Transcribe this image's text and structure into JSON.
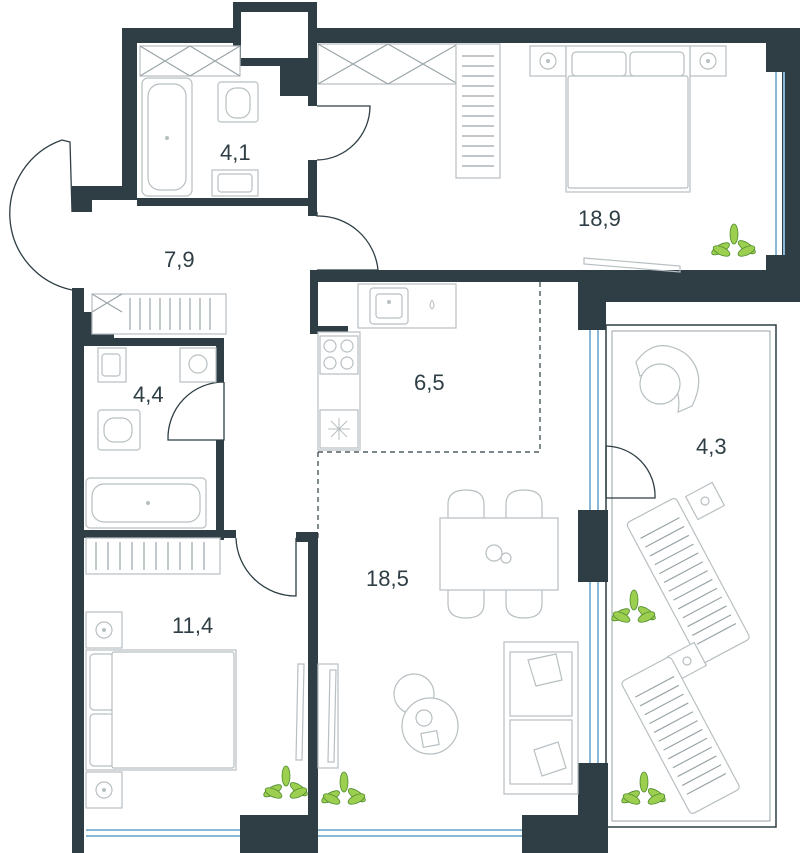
{
  "rooms": [
    {
      "id": "bathroom-top",
      "area": "4,1"
    },
    {
      "id": "bedroom-top",
      "area": "18,9"
    },
    {
      "id": "hallway",
      "area": "7,9"
    },
    {
      "id": "kitchen",
      "area": "6,5"
    },
    {
      "id": "bathroom-left",
      "area": "4,4"
    },
    {
      "id": "balcony",
      "area": "4,3"
    },
    {
      "id": "living-room",
      "area": "18,5"
    },
    {
      "id": "bedroom-bottom",
      "area": "11,4"
    }
  ],
  "colors": {
    "wall": "#2e3e44",
    "window": "#8ab8d8",
    "plant": "#9ccf4f"
  }
}
